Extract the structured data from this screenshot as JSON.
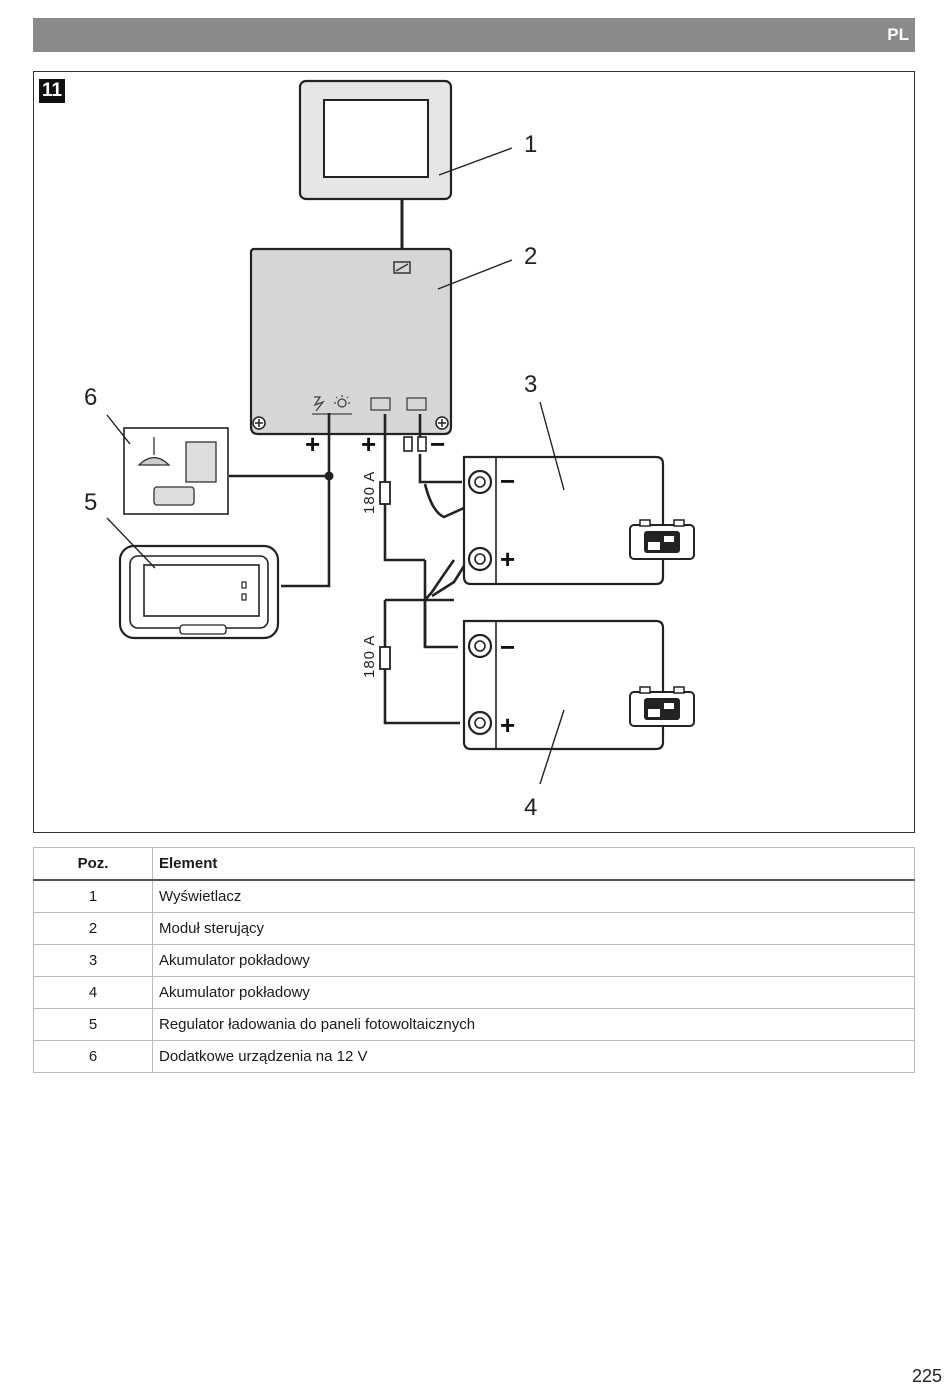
{
  "header": {
    "language": "PL"
  },
  "figure": {
    "number": "11",
    "callouts": [
      "1",
      "2",
      "3",
      "4",
      "5",
      "6"
    ],
    "signs": {
      "plus": "+",
      "minus": "−"
    },
    "fuse_label": "180 A"
  },
  "legend": {
    "headers": {
      "position": "Poz.",
      "element": "Element"
    },
    "rows": [
      {
        "position": "1",
        "element": "Wyświetlacz"
      },
      {
        "position": "2",
        "element": "Moduł sterujący"
      },
      {
        "position": "3",
        "element": "Akumulator pokładowy"
      },
      {
        "position": "4",
        "element": "Akumulator pokładowy"
      },
      {
        "position": "5",
        "element": "Regulator ładowania do paneli fotowoltaicznych"
      },
      {
        "position": "6",
        "element": "Dodatkowe urządzenia na 12 V"
      }
    ]
  },
  "page_number": "225",
  "colors": {
    "header_bar": "#8a8a8a",
    "module_fill": "#d6d6d6",
    "display_fill": "#e6e6e6"
  },
  "icons": [
    "battery-icon",
    "camper-van-icon",
    "lightning-icon",
    "bulb-icon",
    "screw-icon",
    "display-port-icon"
  ]
}
